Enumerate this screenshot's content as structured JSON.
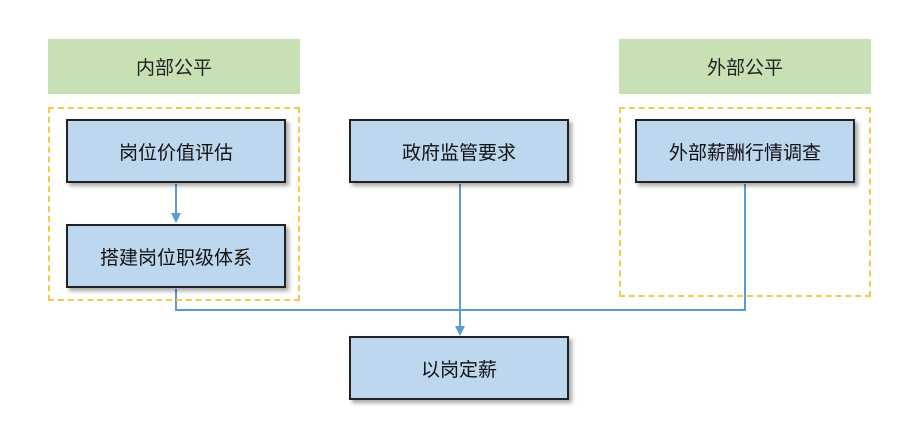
{
  "colors": {
    "header_fill": "#c7e0b4",
    "box_fill": "#bdd7ee",
    "group_border": "#f7c948",
    "connector": "#5b9bd5",
    "box_border": "#222222"
  },
  "headers": {
    "internal": "内部公平",
    "external": "外部公平"
  },
  "nodes": {
    "job_value_eval": "岗位价值评估",
    "build_grade_system": "搭建岗位职级体系",
    "gov_regulation": "政府监管要求",
    "external_survey": "外部薪酬行情调查",
    "result": "以岗定薪"
  }
}
